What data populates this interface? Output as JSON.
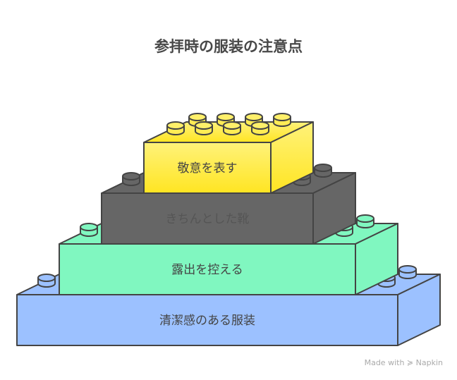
{
  "title": "参拝時の服装の注意点",
  "blocks": [
    {
      "label": "敬意を表す",
      "color": "#ffec47"
    },
    {
      "label": "きちんとした靴",
      "color": "#666666"
    },
    {
      "label": "露出を控える",
      "color": "#80f7c0"
    },
    {
      "label": "清潔感のある服装",
      "color": "#9cc1ff"
    }
  ],
  "footer": {
    "text": "Made with",
    "brand": "Napkin"
  }
}
